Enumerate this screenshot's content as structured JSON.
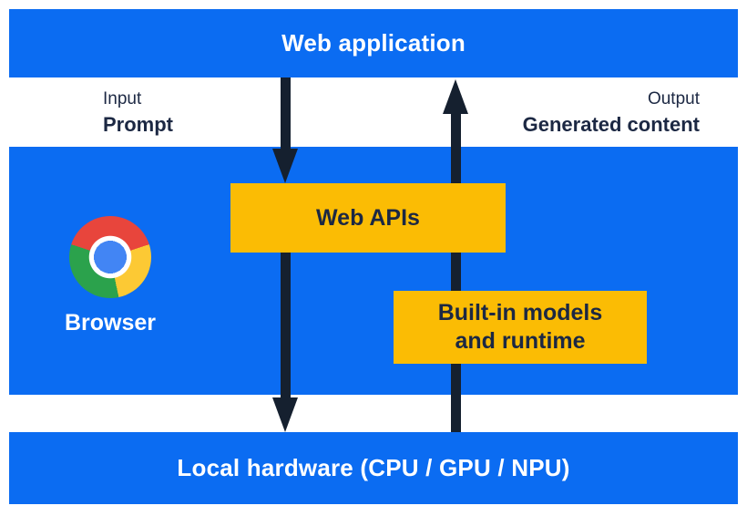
{
  "diagram": {
    "top_bar": {
      "label": "Web application"
    },
    "io_labels": {
      "input_title": "Input",
      "input_value": "Prompt",
      "output_title": "Output",
      "output_value": "Generated content"
    },
    "browser_panel": {
      "browser_label": "Browser",
      "web_apis_label": "Web APIs",
      "builtin_line1": "Built-in models",
      "builtin_line2": "and runtime"
    },
    "bottom_bar": {
      "label": "Local hardware (CPU / GPU / NPU)"
    },
    "icons": {
      "chrome_logo": "chrome-browser-logo"
    },
    "colors": {
      "panel_blue": "#0b6cf2",
      "box_yellow": "#fbbc04",
      "arrow_dark": "#15202f",
      "label_navy": "#1c2843",
      "text_white": "#ffffff",
      "logo_red": "#e8453c",
      "logo_yellow": "#fcc934",
      "logo_green": "#2ba24c",
      "logo_blue": "#4285f4"
    }
  }
}
